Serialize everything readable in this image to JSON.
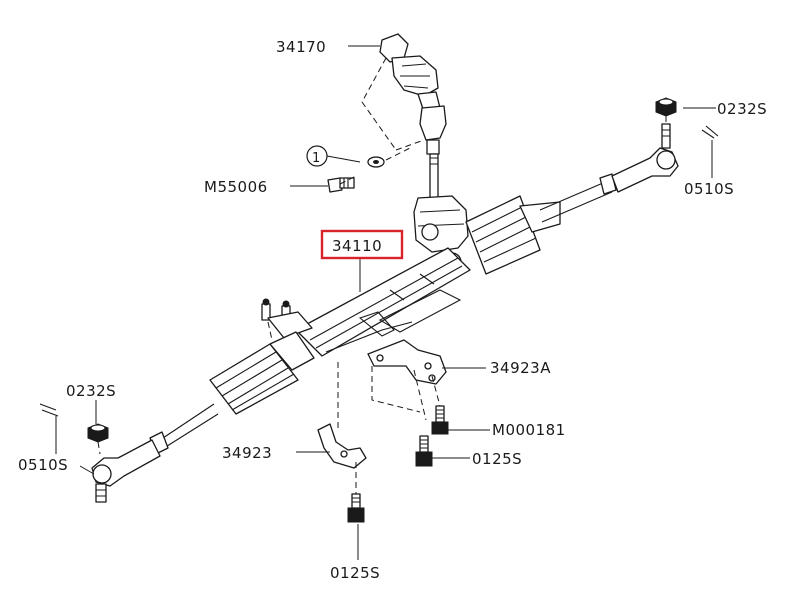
{
  "diagram": {
    "labels": {
      "p34170": "34170",
      "p0232s_right": "0232S",
      "p0510s_right": "0510S",
      "callout_num": "1",
      "pm55006": "M55006",
      "p34110": "34110",
      "p34923a": "34923A",
      "p0232s_left": "0232S",
      "p0510s_left": "0510S",
      "pm000181": "M000181",
      "p34923": "34923",
      "p0125s_right": "0125S",
      "p0125s_bottom": "0125S"
    },
    "highlight": {
      "part": "34110",
      "color": "#d8232a"
    },
    "line_color": "#1a1a1a"
  }
}
